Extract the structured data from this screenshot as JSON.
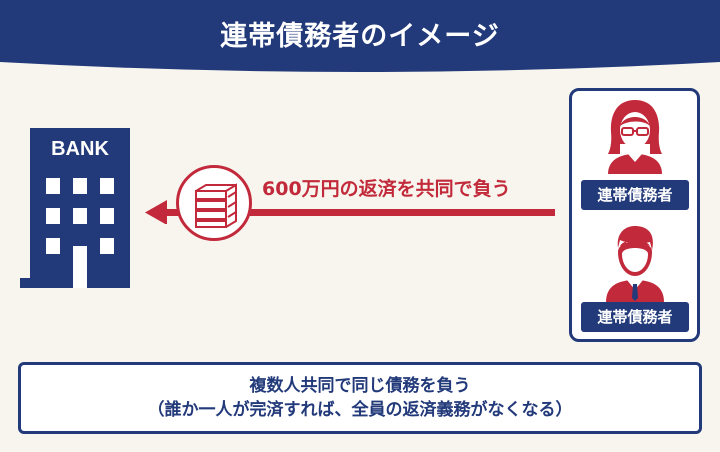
{
  "title": "連帯債務者のイメージ",
  "bank": {
    "label": "BANK",
    "icon": "bank-building-icon"
  },
  "flow": {
    "label": "600万円の返済を共同で負う",
    "money_icon": "money-stack-icon",
    "direction": "left"
  },
  "debtors": [
    {
      "role": "連帯債務者",
      "icon": "woman-avatar-icon"
    },
    {
      "role": "連帯債務者",
      "icon": "man-avatar-icon"
    }
  ],
  "summary": {
    "line1": "複数人共同で同じ債務を負う",
    "line2": "（誰か一人が完済すれば、全員の返済義務がなくなる）"
  },
  "colors": {
    "navy": "#22397a",
    "red": "#c22a3b",
    "background": "#f7f5ee",
    "white": "#ffffff"
  }
}
